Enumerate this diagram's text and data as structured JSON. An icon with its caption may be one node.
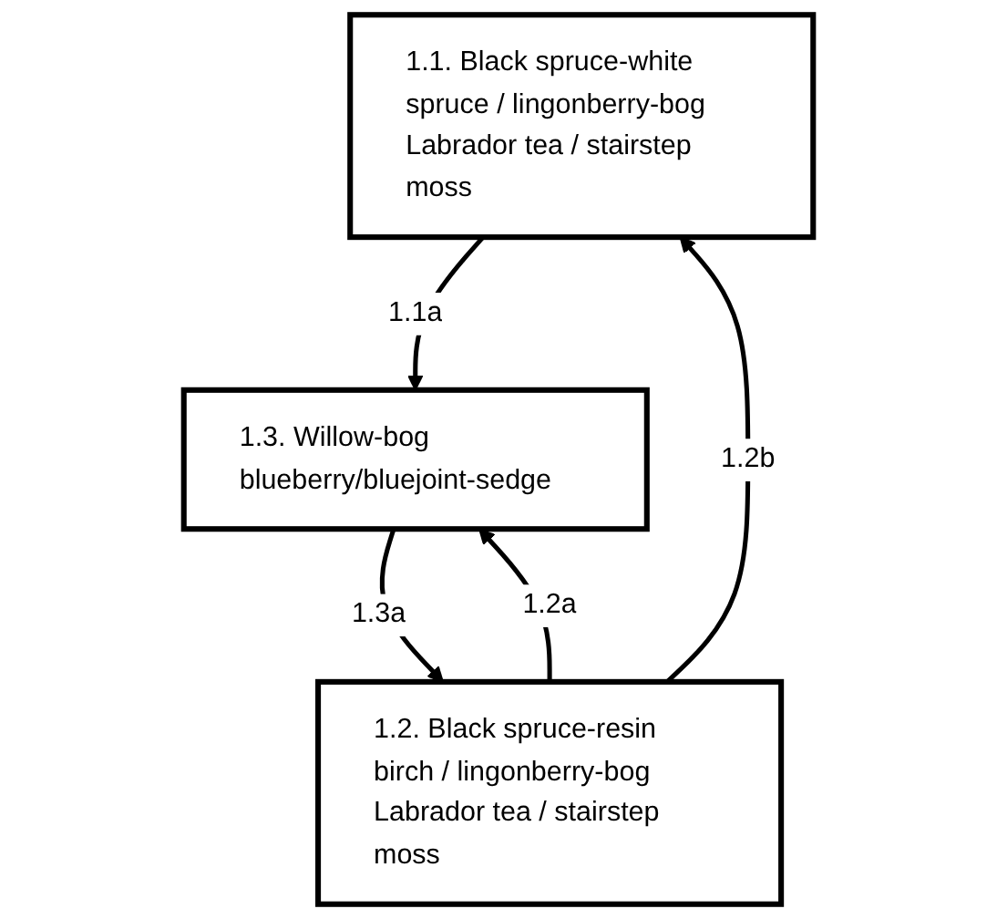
{
  "diagram": {
    "nodes": [
      {
        "text": [
          "1.1. Black spruce-white spruce / lingonberry-bog Labrador tea / stairstep moss"
        ]
      },
      {
        "text": [
          "1.2. Black spruce-resin birch / lingonberry-bog Labrador tea / stairstep moss"
        ]
      },
      {
        "text": [
          "1.3. Willow-bog blueberry/bluejoint-sedge"
        ]
      }
    ],
    "edges": [
      {
        "from": 1,
        "to": 0,
        "arrow": "to",
        "label": "1.2b"
      },
      {
        "from": 0,
        "to": 2,
        "arrow": "to",
        "label": "1.1a"
      },
      {
        "from": 1,
        "to": 2,
        "arrow": "to",
        "label": "1.2a"
      },
      {
        "from": 2,
        "to": 1,
        "arrow": "to",
        "label": "1.3a"
      }
    ]
  }
}
